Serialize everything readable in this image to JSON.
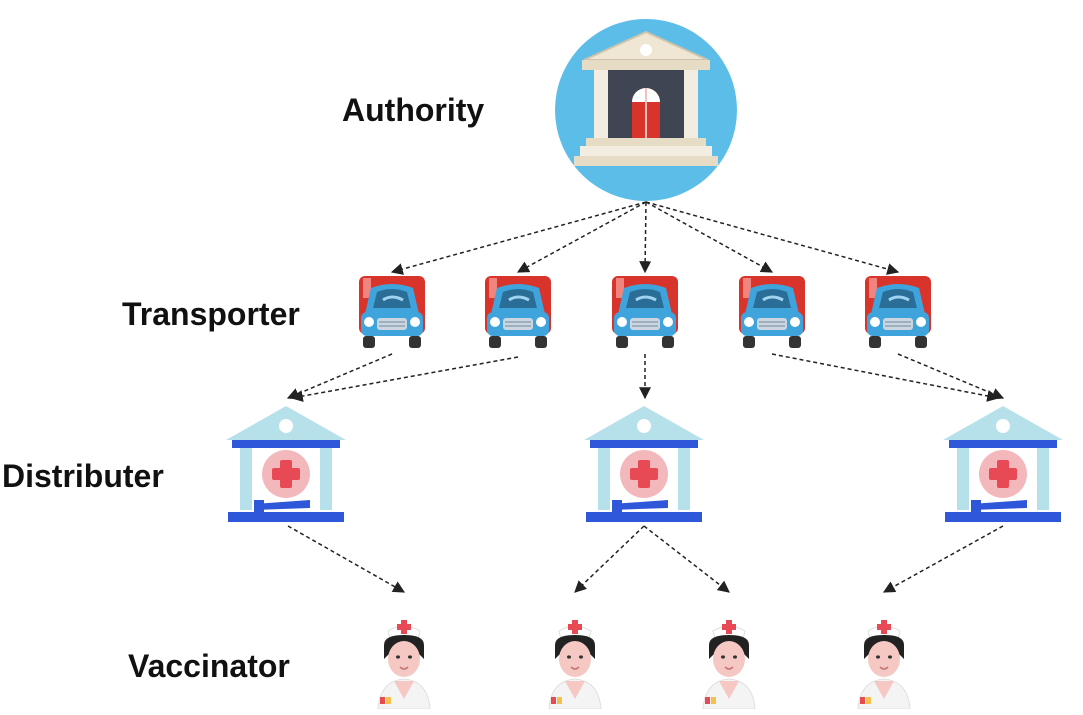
{
  "labels": {
    "authority": "Authority",
    "transporter": "Transporter",
    "distributer": "Distributer",
    "vaccinator": "Vaccinator"
  },
  "icons": {
    "authority": "government-building-icon",
    "transporter": "delivery-truck-icon",
    "distributer": "medical-center-icon",
    "vaccinator": "nurse-icon"
  },
  "colors": {
    "authority_circle": "#5bbde8",
    "truck_red": "#d9342b",
    "truck_blue": "#3fa3dc",
    "clinic_light": "#b7e1ea",
    "clinic_dark": "#2f57d9",
    "cross_red": "#e84a55",
    "arrow": "#222222"
  },
  "counts": {
    "authority": 1,
    "transporter": 5,
    "distributer": 3,
    "vaccinator": 4
  }
}
